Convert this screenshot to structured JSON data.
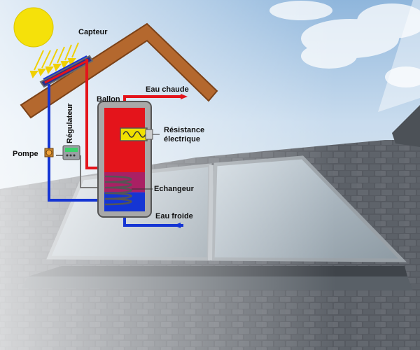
{
  "labels": {
    "capteur": "Capteur",
    "ballon": "Ballon",
    "eau_chaude": "Eau chaude",
    "resistance_line1": "Résistance",
    "resistance_line2": "électrique",
    "regulateur": "Régulateur",
    "pompe": "Pompe",
    "echangeur": "Echangeur",
    "eau_froide": "Eau froide"
  },
  "colors": {
    "hot": "#e4141b",
    "cold": "#1535d4",
    "roof": "#b4682e",
    "sun": "#f5e10a",
    "tank_shell": "#a8a8a8",
    "pipe_grey": "#7a7a7a"
  }
}
